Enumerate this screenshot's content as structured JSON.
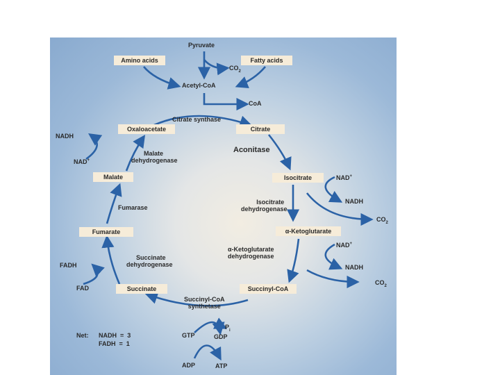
{
  "colors": {
    "arrow": "#2b62a6",
    "box": "#f6ecd9",
    "text": "#2a2a2a"
  },
  "inputs": {
    "pyruvate": "Pyruvate",
    "amino_acids": "Amino acids",
    "fatty_acids": "Fatty acids",
    "co2_top": "CO",
    "co2_sub": "2",
    "acetyl_coa": "Acetyl-CoA",
    "coa": "CoA"
  },
  "metabolites": {
    "oxaloacetate": "Oxaloacetate",
    "citrate": "Citrate",
    "isocitrate": "Isocitrate",
    "alpha_ketoglutarate": "α-Ketoglutarate",
    "succinyl_coa": "Succinyl-CoA",
    "succinate": "Succinate",
    "fumarate": "Fumarate",
    "malate": "Malate"
  },
  "enzymes": {
    "citrate_synthase": "Citrate synthase",
    "aconitase": "Aconitase",
    "isocitrate_dh_1": "Isocitrate",
    "isocitrate_dh_2": "dehydrogenase",
    "akg_dh_1": "α-Ketoglutarate",
    "akg_dh_2": "dehydrogenase",
    "succinyl_coa_synth_1": "Succinyl-CoA",
    "succinyl_coa_synth_2": "synthetase",
    "succinate_dh_1": "Succinate",
    "succinate_dh_2": "dehydrogenase",
    "fumarase": "Fumarase",
    "malate_dh_1": "Malate",
    "malate_dh_2": "dehydrogenase"
  },
  "cofactors": {
    "nad_plus": "NAD",
    "plus_sup": "+",
    "nadh": "NADH",
    "co2": "CO",
    "co2_sub": "2",
    "fad": "FAD",
    "fadh": "FADH",
    "gtp": "GTP",
    "gdp": "GDP",
    "pi": "P",
    "pi_sub": "i",
    "adp": "ADP",
    "atp": "ATP"
  },
  "net": {
    "label": "Net:",
    "nadh_line": "NADH  =  3",
    "fadh_line": "FADH  =  1"
  }
}
